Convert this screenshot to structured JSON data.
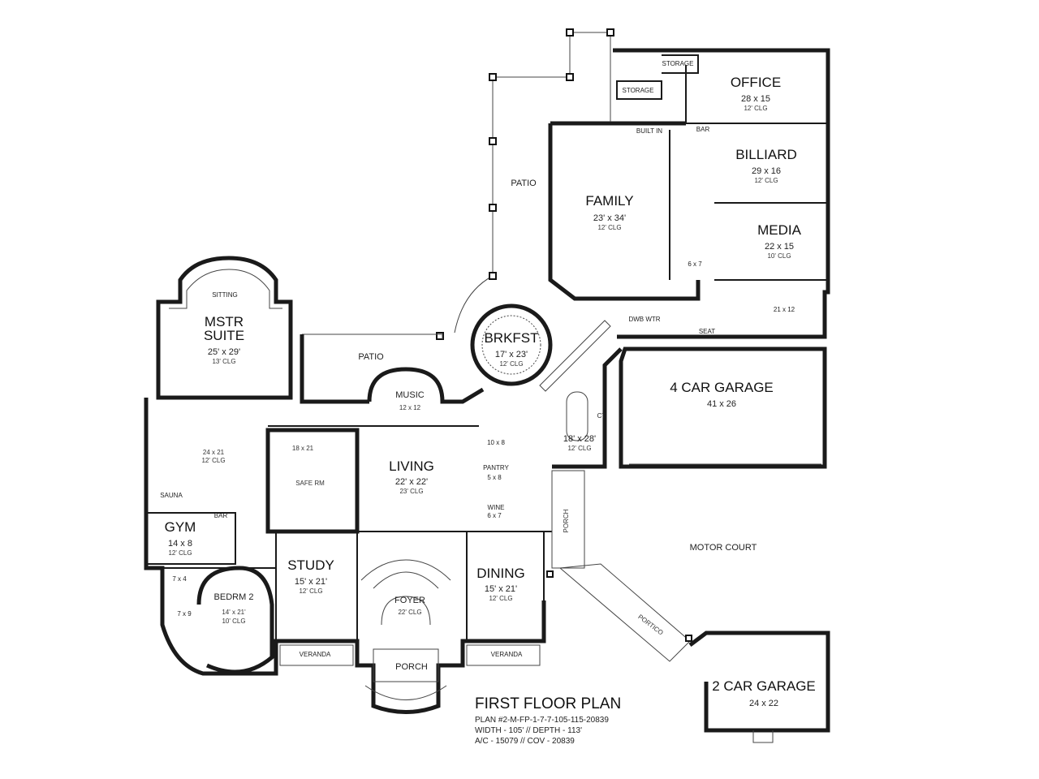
{
  "plan": {
    "title": "FIRST FLOOR PLAN",
    "lines": [
      "PLAN #2-M-FP-1-7-7-105-115-20839",
      "WIDTH - 105' // DEPTH - 113'",
      "A/C - 15079 // COV - 20839"
    ]
  },
  "rooms": {
    "office": {
      "name": "OFFICE",
      "dim": "28 x 15",
      "clg": "12' CLG"
    },
    "billiard": {
      "name": "BILLIARD",
      "dim": "29 x 16",
      "clg": "12' CLG"
    },
    "family": {
      "name": "FAMILY",
      "dim": "23' x 34'",
      "clg": "12' CLG"
    },
    "media": {
      "name": "MEDIA",
      "dim": "22 x 15",
      "clg": "10' CLG"
    },
    "patio_top": {
      "name": "PATIO"
    },
    "patio_mid": {
      "name": "PATIO"
    },
    "sitting": {
      "name": "SITTING"
    },
    "mstr": {
      "name1": "MSTR",
      "name2": "SUITE",
      "dim": "25' x 29'",
      "clg": "13' CLG"
    },
    "brkfst": {
      "name": "BRKFST",
      "dim": "17' x 23'",
      "clg": "12' CLG"
    },
    "music": {
      "name": "MUSIC",
      "dim": "12 x 12"
    },
    "garage4": {
      "name": "4 CAR GARAGE",
      "dim": "41 x 26"
    },
    "kitchen": {
      "dim": "18' x 28'",
      "clg": "12' CLG"
    },
    "bath": {
      "dim": "24 x 21",
      "clg": "12' CLG"
    },
    "closet": {
      "dim": "18 x 21"
    },
    "safe": {
      "name": "SAFE RM"
    },
    "living": {
      "name": "LIVING",
      "dim": "22' x 22'",
      "clg": "23' CLG"
    },
    "gym": {
      "name": "GYM",
      "dim": "14 x 8",
      "clg": "12' CLG"
    },
    "study": {
      "name": "STUDY",
      "dim": "15' x 21'",
      "clg": "12' CLG"
    },
    "foyer": {
      "name": "FOYER",
      "clg": "22' CLG"
    },
    "dining": {
      "name": "DINING",
      "dim": "15' x 21'",
      "clg": "12' CLG"
    },
    "bedrm2": {
      "name": "BEDRM 2",
      "dim": "14' x 21'",
      "clg": "10' CLG"
    },
    "motor": {
      "name": "MOTOR COURT"
    },
    "garage2": {
      "name": "2 CAR GARAGE",
      "dim": "24 x 22"
    },
    "porch_front": {
      "name": "PORCH"
    },
    "porch_side": {
      "name": "PORCH"
    },
    "porte": {
      "name": "PORTICO"
    },
    "veranda_l": {
      "name": "VERANDA"
    },
    "veranda_r": {
      "name": "VERANDA"
    },
    "pantry": {
      "name": "PANTRY",
      "dim": "5 x 8"
    },
    "wine": {
      "name": "WINE",
      "dim": "6 x 7"
    },
    "util": {
      "dim": "10 x 8"
    },
    "laundry": {
      "dim": "21 x 12"
    },
    "storage1": {
      "name": "STORAGE"
    },
    "storage2": {
      "name": "STORAGE"
    },
    "hall_dim": {
      "dim": "6 x 7"
    },
    "bar_label": {
      "name": "BAR"
    },
    "ct_label": {
      "name": "CT"
    },
    "dw_label": {
      "name": "DWB WTR"
    },
    "seat_label": {
      "name": "SEAT"
    },
    "sauna": {
      "name": "SAUNA"
    },
    "bar2": {
      "name": "BAR"
    },
    "built_in": {
      "name": "BUILT IN"
    },
    "closet_a": {
      "dim": "7 x 4"
    },
    "closet_b": {
      "dim": "7 x 9"
    }
  }
}
